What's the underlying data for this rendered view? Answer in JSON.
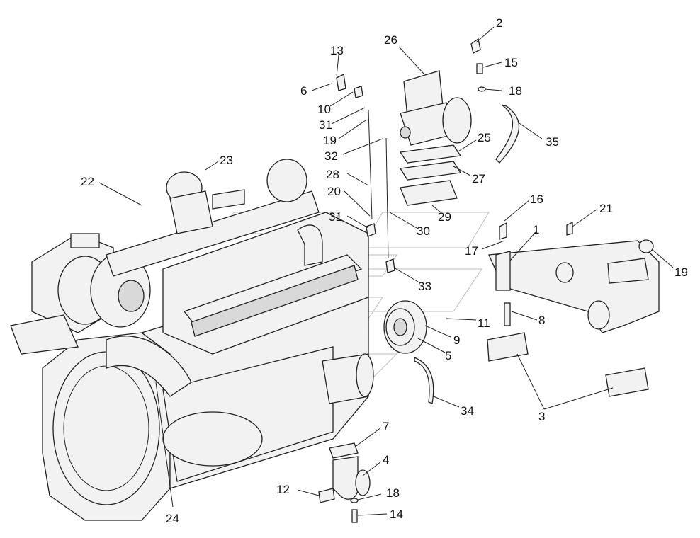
{
  "diagram": {
    "callouts": [
      {
        "id": "2",
        "text": "2"
      },
      {
        "id": "26",
        "text": "26"
      },
      {
        "id": "13",
        "text": "13"
      },
      {
        "id": "15",
        "text": "15"
      },
      {
        "id": "18a",
        "text": "18"
      },
      {
        "id": "6",
        "text": "6"
      },
      {
        "id": "10",
        "text": "10"
      },
      {
        "id": "31a",
        "text": "31"
      },
      {
        "id": "19a",
        "text": "19"
      },
      {
        "id": "35",
        "text": "35"
      },
      {
        "id": "25",
        "text": "25"
      },
      {
        "id": "32",
        "text": "32"
      },
      {
        "id": "23",
        "text": "23"
      },
      {
        "id": "27",
        "text": "27"
      },
      {
        "id": "22",
        "text": "22"
      },
      {
        "id": "28",
        "text": "28"
      },
      {
        "id": "20",
        "text": "20"
      },
      {
        "id": "16",
        "text": "16"
      },
      {
        "id": "21",
        "text": "21"
      },
      {
        "id": "29",
        "text": "29"
      },
      {
        "id": "31b",
        "text": "31"
      },
      {
        "id": "30",
        "text": "30"
      },
      {
        "id": "1",
        "text": "1"
      },
      {
        "id": "17",
        "text": "17"
      },
      {
        "id": "19b",
        "text": "19"
      },
      {
        "id": "33",
        "text": "33"
      },
      {
        "id": "8",
        "text": "8"
      },
      {
        "id": "11",
        "text": "11"
      },
      {
        "id": "9",
        "text": "9"
      },
      {
        "id": "5",
        "text": "5"
      },
      {
        "id": "3",
        "text": "3"
      },
      {
        "id": "34",
        "text": "34"
      },
      {
        "id": "7",
        "text": "7"
      },
      {
        "id": "4",
        "text": "4"
      },
      {
        "id": "12",
        "text": "12"
      },
      {
        "id": "18b",
        "text": "18"
      },
      {
        "id": "14",
        "text": "14"
      },
      {
        "id": "24",
        "text": "24"
      }
    ]
  }
}
